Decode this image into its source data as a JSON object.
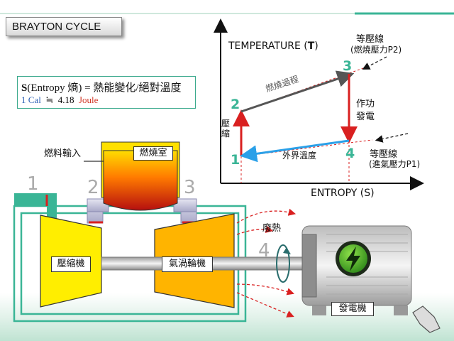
{
  "title": "BRAYTON CYCLE",
  "formula": {
    "s_letter": "S",
    "line1_rest": "(Entropy 熵) = 熱能變化/絕對溫度",
    "line2_prefix": "1",
    "cal": "Cal",
    "approx": "≒",
    "value": "4.18",
    "joule": "Joule"
  },
  "graph": {
    "y_axis_label_prefix": "TEMPERATURE (",
    "y_axis_label_t": "T",
    "y_axis_label_suffix": ")",
    "x_axis_label": "ENTROPY (S)",
    "points": [
      "1",
      "2",
      "3",
      "4"
    ],
    "process_12": "壓縮",
    "process_23": "燃燒過程",
    "process_34_a": "作功",
    "process_34_b": "發電",
    "process_41": "外界溫度",
    "isobar_high_a": "等壓線",
    "isobar_high_b": "(燃燒壓力P2)",
    "isobar_low_a": "等壓線",
    "isobar_low_b": "(進氣壓力P1)"
  },
  "engine": {
    "fuel_label": "燃料輸入",
    "combustor_label": "燃燒室",
    "compressor_label": "壓縮機",
    "turbine_label": "氣渦輪機",
    "generator_label": "發電機",
    "waste_heat_label": "廢熱",
    "stage_numbers": [
      "1",
      "2",
      "3",
      "4"
    ]
  },
  "colors": {
    "hot_line": "#d92020",
    "cool_line": "#2aa0e8",
    "gray_line": "#555555",
    "teal": "#3ab596",
    "compressor": "#ffee00",
    "turbine": "#ffb400"
  }
}
